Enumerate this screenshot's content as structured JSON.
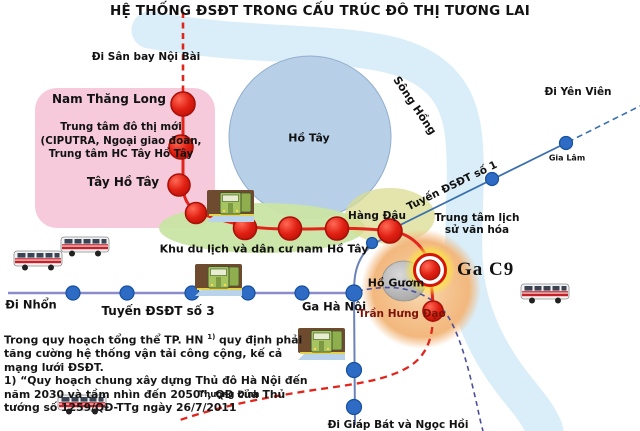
{
  "title": "HỆ THỐNG ĐSĐT TRONG CẤU TRÚC ĐÔ THỊ TƯƠNG LAI",
  "directions": {
    "noi_bai": "Đi Sân bay Nội Bài",
    "yen_vien": "Đi Yên Viên",
    "nhon": "Đi Nhổn",
    "giap_bat_ngoc_hoi": "Đi Giáp Bát và Ngọc Hồi"
  },
  "lines": {
    "line1_label": "Tuyến ĐSĐT số 1",
    "line3_label": "Tuyến ĐSĐT số 3"
  },
  "stations": {
    "nam_thang_long": "Nam Thăng Long",
    "tay_ho_tay": "Tây Hồ Tây",
    "hang_dau": "Hàng Đậu",
    "gia_lam": "Gia Lâm",
    "ga_c9": "Ga C9",
    "ga_ha_noi": "Ga Hà Nội",
    "tran_hung_dao": "Trần Hưng Đạo",
    "thuong_dinh": "Thượng Đình"
  },
  "areas": {
    "nam_thang_long_desc_1": "Trung tâm đô thị mới",
    "nam_thang_long_desc_2": "(CIPUTRA, Ngoại giao đoàn,",
    "nam_thang_long_desc_3": "Trung tâm HC Tây Hồ Tây",
    "ho_tay": "Hồ Tây",
    "song_hong": "Sông Hồng",
    "ho_guom": "Hồ Gươm",
    "khu_du_lich": "Khu du lịch và dân cư nam Hồ Tây",
    "trung_tam_lich_su_1": "Trung tâm lịch",
    "trung_tam_lich_su_2": "sử văn hóa"
  },
  "note": {
    "part1": "Trong  quy hoạch tổng thể TP. HN ",
    "sup": "1)",
    "part2": " quy định phải tăng cường hệ thống vận tải công cộng, kế cả mạng lưới ĐSĐT.",
    "part3": " 1) “Quy hoạch chung xây dựng Thủ đô Hà Nội đến năm 2030 và tầm nhìn đến 2050”, QĐ của Thủ tướng số 1259/QĐ-TTg ngày 26/7/2011"
  },
  "icons": {
    "train": "commuter-train",
    "bus": "city-bus"
  },
  "colors": {
    "line2_red": "#e2251a",
    "line1_blue": "#3a6fae",
    "line1_south_slate": "#6b83b8",
    "line3_purple": "#8b8ccb",
    "planned_dashed_purple": "#4a4f9b",
    "station_dot_blue": "#2d6bc5",
    "river_blue": "#daeef9",
    "lake_blue": "#b7d0e7",
    "pink_area": "#f6cadb",
    "green_area": "#c9e4a4",
    "yellow_green_area": "#d9dc92",
    "orange_area": "#f3bd86",
    "ho_guom_gray": "#bfbfbf",
    "c9_glow_yellow": "#ffe93c"
  }
}
